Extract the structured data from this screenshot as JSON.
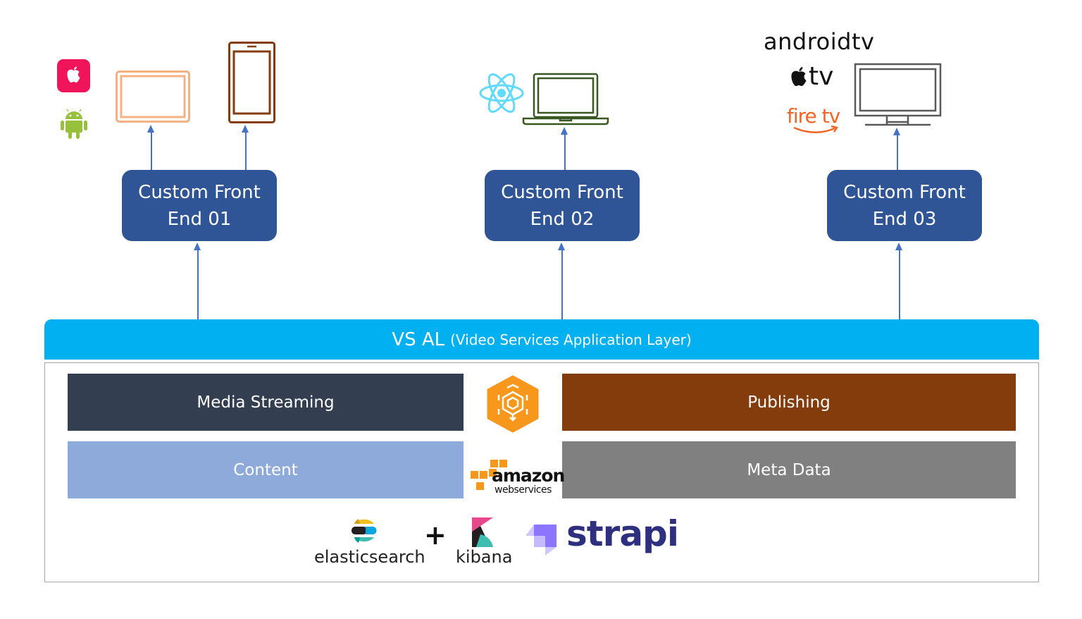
{
  "frontends": [
    {
      "line1": "Custom Front",
      "line2": "End 01"
    },
    {
      "line1": "Custom Front",
      "line2": "End 02"
    },
    {
      "line1": "Custom Front",
      "line2": "End 03"
    }
  ],
  "platforms": {
    "group1": {
      "icons": [
        "apple-app-store-icon",
        "android-icon"
      ],
      "devices": [
        "tablet-icon",
        "smartphone-icon"
      ]
    },
    "group2": {
      "icons": [
        "react-icon"
      ],
      "devices": [
        "laptop-icon"
      ]
    },
    "group3": {
      "brands": {
        "androidtv": "androidtv",
        "appletv": "tv",
        "firetv": "fire tv"
      },
      "devices": [
        "television-icon"
      ]
    }
  },
  "layer": {
    "title": "VS AL",
    "subtitle": "(Video Services Application Layer)",
    "color": "#00b0f0"
  },
  "services": {
    "media_streaming": {
      "label": "Media Streaming",
      "color": "#333f50"
    },
    "publishing": {
      "label": "Publishing",
      "color": "#843c0c"
    },
    "content": {
      "label": "Content",
      "color": "#8eaadb"
    },
    "meta_data": {
      "label": "Meta Data",
      "color": "#808080"
    }
  },
  "aws": {
    "line1": "amazon",
    "line2": "webservices"
  },
  "tools": {
    "elasticsearch": "elasticsearch",
    "plus": "+",
    "kibana": "kibana",
    "strapi": "strapi"
  },
  "colors": {
    "frontend_box": "#2f5597",
    "arrow": "#4472c4"
  }
}
